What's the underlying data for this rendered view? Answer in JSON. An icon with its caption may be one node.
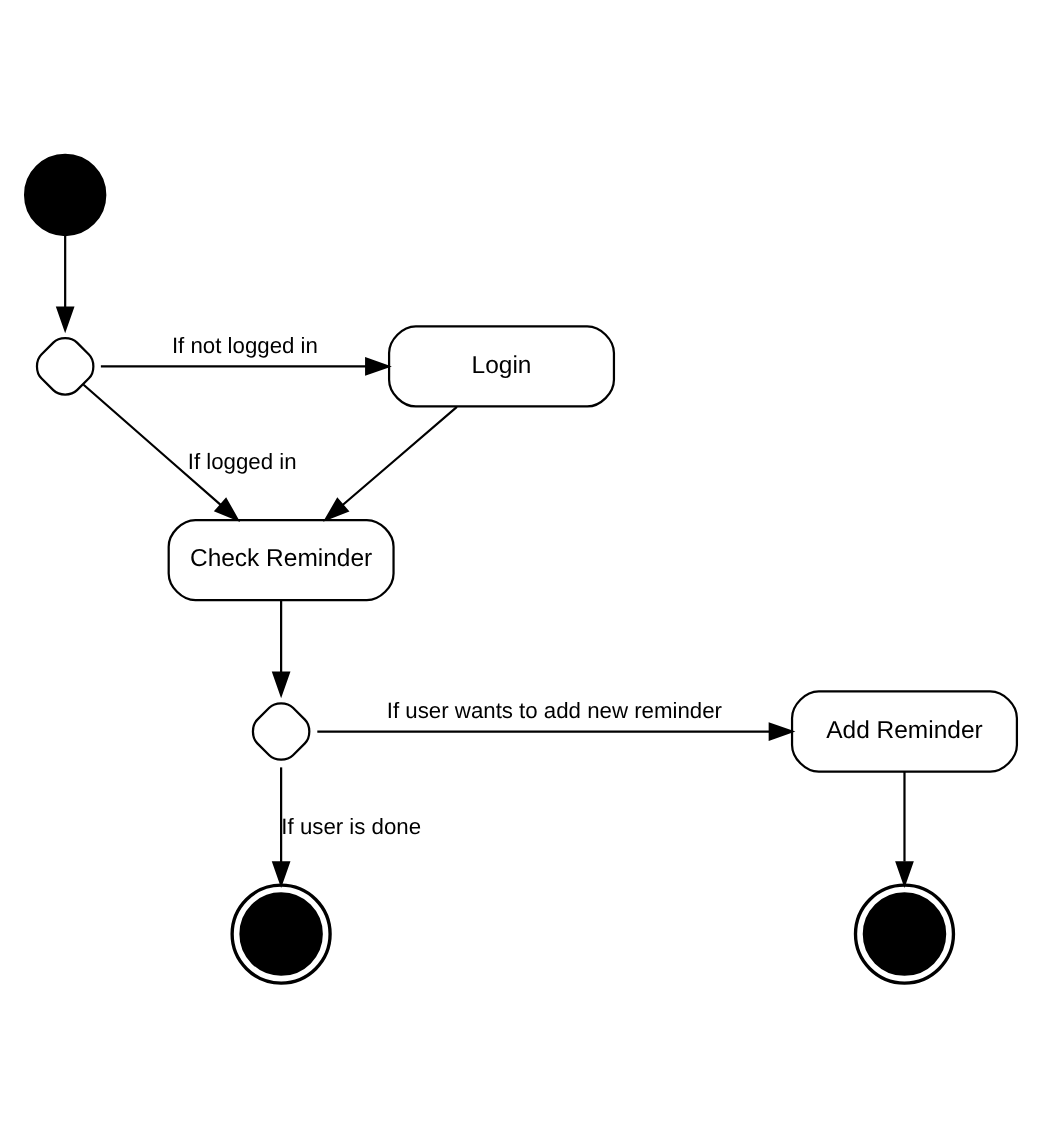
{
  "diagram": {
    "nodes": [
      {
        "text": [],
        "shape": "circle"
      },
      {
        "text": [],
        "shape": "diamond"
      },
      {
        "text": [
          "Login"
        ]
      },
      {
        "text": [
          "Check Reminder"
        ]
      },
      {
        "text": [],
        "shape": "diamond"
      },
      {
        "text": [
          "Add Reminder"
        ]
      },
      {
        "text": [],
        "shape": "circle"
      },
      {
        "text": [],
        "shape": "circle"
      }
    ],
    "edges": [
      {
        "from": 0,
        "to": 1,
        "arrow": "to"
      },
      {
        "from": 1,
        "to": 2,
        "arrow": "to",
        "label": "If not logged in"
      },
      {
        "from": 1,
        "to": 3,
        "arrow": "to",
        "label": "If logged in"
      },
      {
        "from": 2,
        "to": 3,
        "arrow": "to"
      },
      {
        "from": 3,
        "to": 4,
        "arrow": "to"
      },
      {
        "from": 4,
        "to": 5,
        "arrow": "to",
        "label": "If user wants to add new reminder"
      },
      {
        "from": 5,
        "to": 6,
        "arrow": "to"
      },
      {
        "from": 4,
        "to": 7,
        "arrow": "to",
        "label": "If user is done"
      }
    ]
  }
}
